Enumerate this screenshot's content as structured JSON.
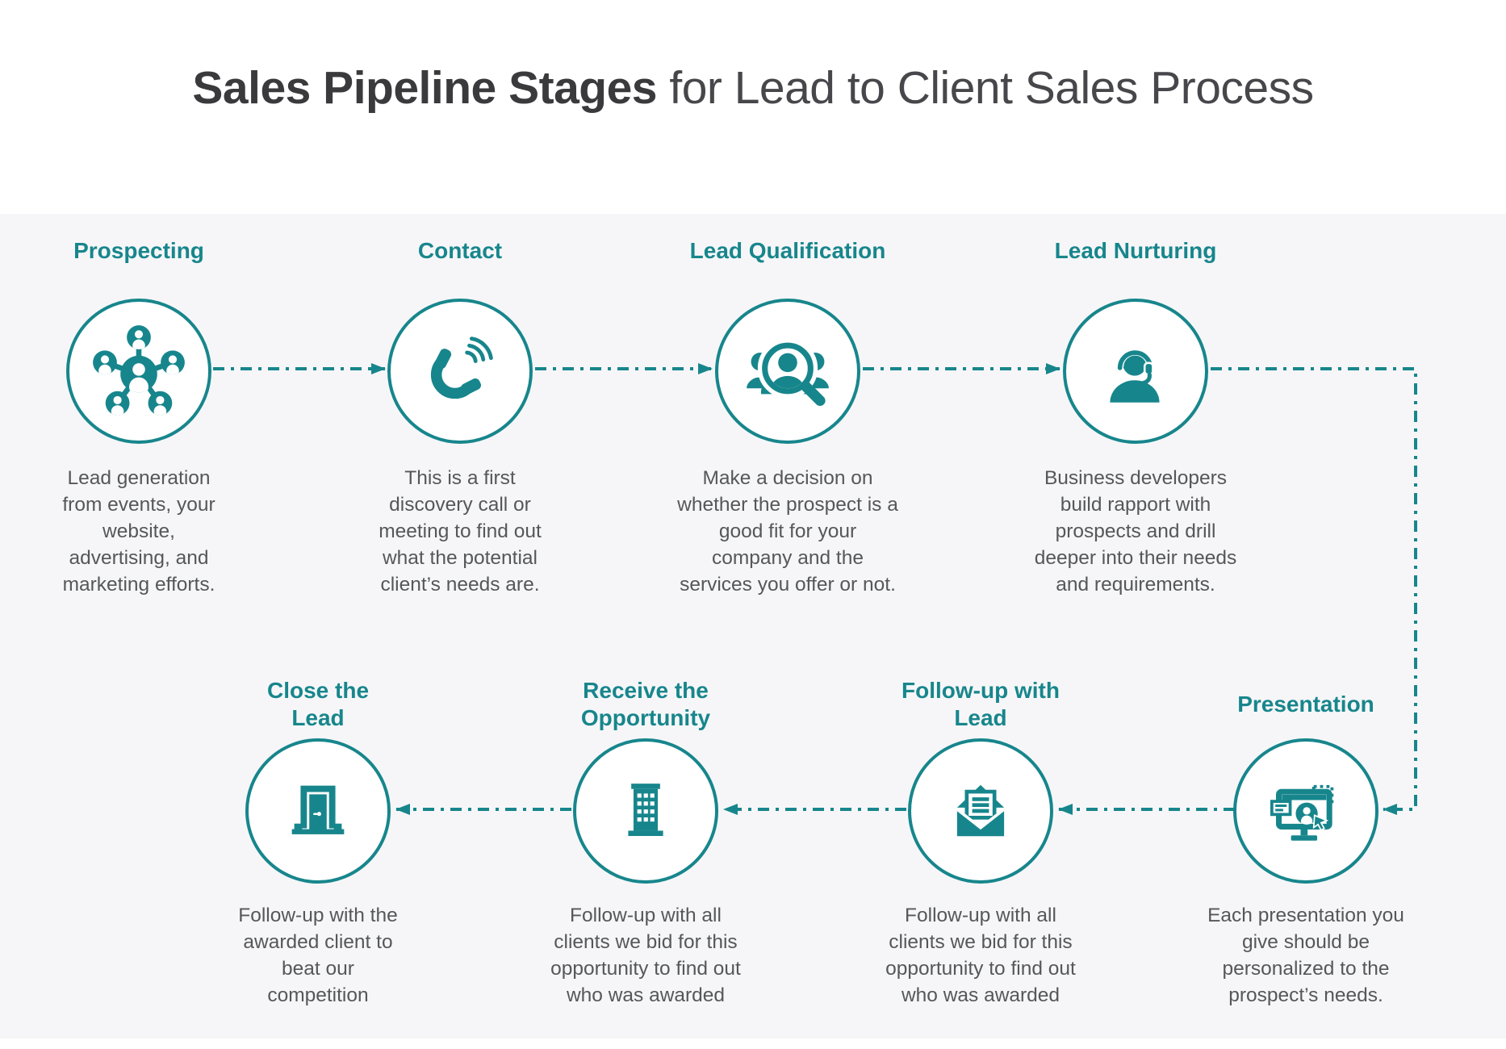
{
  "header": {
    "title_bold": "Sales Pipeline Stages",
    "title_light": " for Lead to Client Sales Process"
  },
  "colors": {
    "accent": "#17868C",
    "title_dark": "#3A3A3D",
    "title_light": "#47474B",
    "desc_text": "#55575B",
    "canvas_bg": "#F6F6F8",
    "page_bg": "#FFFFFF",
    "circle_fill": "#FFFFFF"
  },
  "stages": [
    {
      "id": "prospecting",
      "title": "Prospecting",
      "icon": "network-icon",
      "desc": "Lead generation\nfrom events, your\nwebsite,\nadvertising, and\nmarketing efforts."
    },
    {
      "id": "contact",
      "title": "Contact",
      "icon": "phone-call-icon",
      "desc": "This is a first\ndiscovery call or\nmeeting to find out\nwhat the potential\nclient’s needs are."
    },
    {
      "id": "lead-qualification",
      "title": "Lead Qualification",
      "icon": "people-magnifier-icon",
      "desc": "Make a decision on\nwhether the prospect is a\ngood fit for your\ncompany and the\nservices you offer or not."
    },
    {
      "id": "lead-nurturing",
      "title": "Lead Nurturing",
      "icon": "headset-agent-icon",
      "desc": "Business developers\nbuild rapport with\nprospects and drill\ndeeper into their needs\nand requirements."
    },
    {
      "id": "presentation",
      "title": "Presentation",
      "icon": "presentation-monitor-icon",
      "desc": "Each presentation you\ngive should be\npersonalized to the\nprospect’s needs."
    },
    {
      "id": "follow-up-with-lead",
      "title": "Follow-up with\nLead",
      "icon": "open-envelope-icon",
      "desc": "Follow-up with all\nclients we bid for this\nopportunity to find out\nwho was awarded"
    },
    {
      "id": "receive-the-opportunity",
      "title": "Receive the\nOpportunity",
      "icon": "building-icon",
      "desc": "Follow-up with all\nclients we bid for this\nopportunity to find out\nwho was awarded"
    },
    {
      "id": "close-the-lead",
      "title": "Close the\nLead",
      "icon": "door-icon",
      "desc": "Follow-up with the\nawarded client to\nbeat our\ncompetition"
    }
  ]
}
